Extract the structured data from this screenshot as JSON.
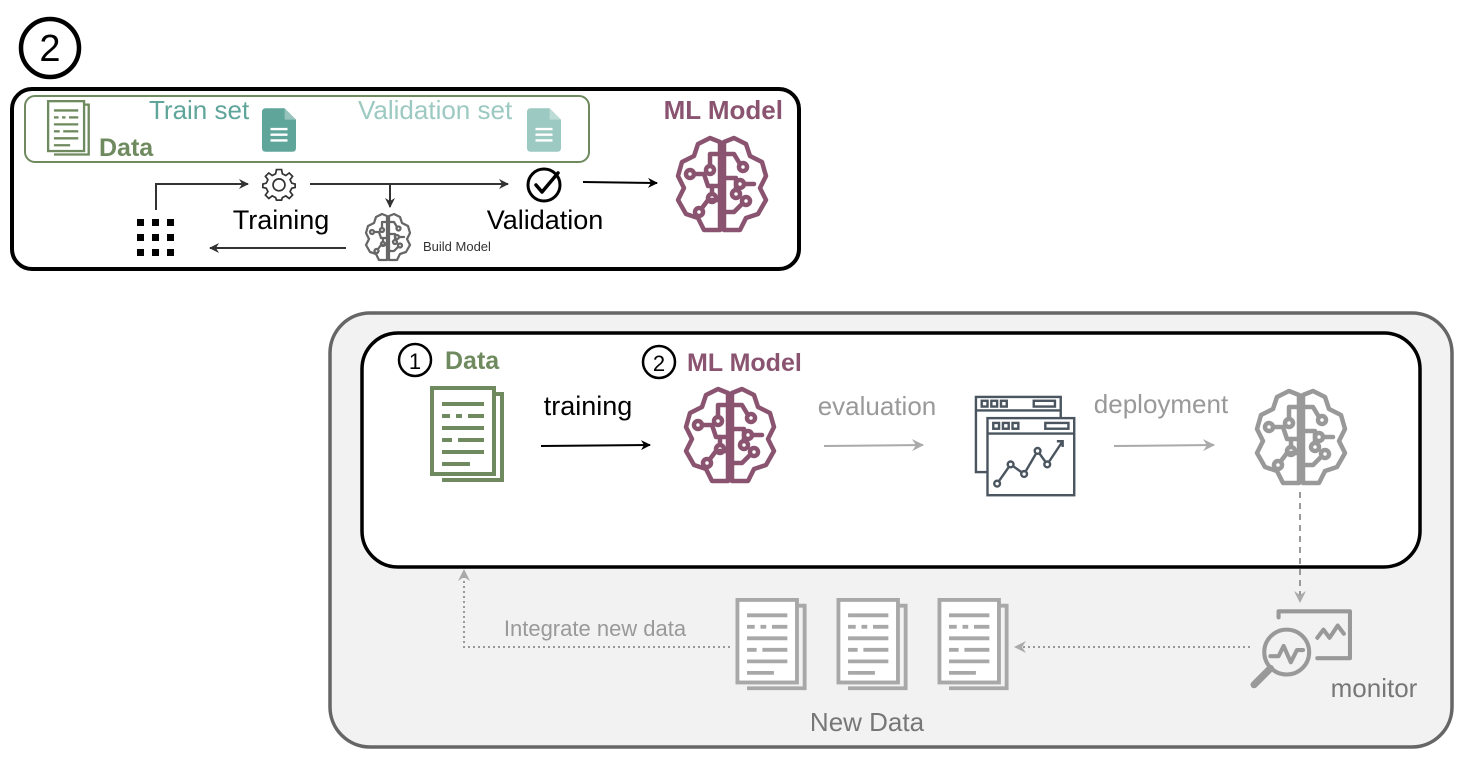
{
  "step_badge": "2",
  "top_panel": {
    "data_label": "Data",
    "train_set_label": "Train set",
    "validation_set_label": "Validation set",
    "ml_model_label": "ML Model",
    "training_label": "Training",
    "validation_label": "Validation",
    "build_model_label": "Build Model"
  },
  "bottom_panel": {
    "step1_number": "1",
    "data_label": "Data",
    "step2_number": "2",
    "ml_model_label": "ML Model",
    "training_label": "training",
    "evaluation_label": "evaluation",
    "deployment_label": "deployment",
    "monitor_label": "monitor",
    "integrate_label": "Integrate new data",
    "new_data_label": "New Data"
  },
  "colors": {
    "data_green": "#6e8a5e",
    "train_teal": "#5fa59a",
    "validation_teal": "#9cc9c1",
    "ml_purple": "#8a5470",
    "gray": "#999999",
    "dark": "#000000"
  }
}
